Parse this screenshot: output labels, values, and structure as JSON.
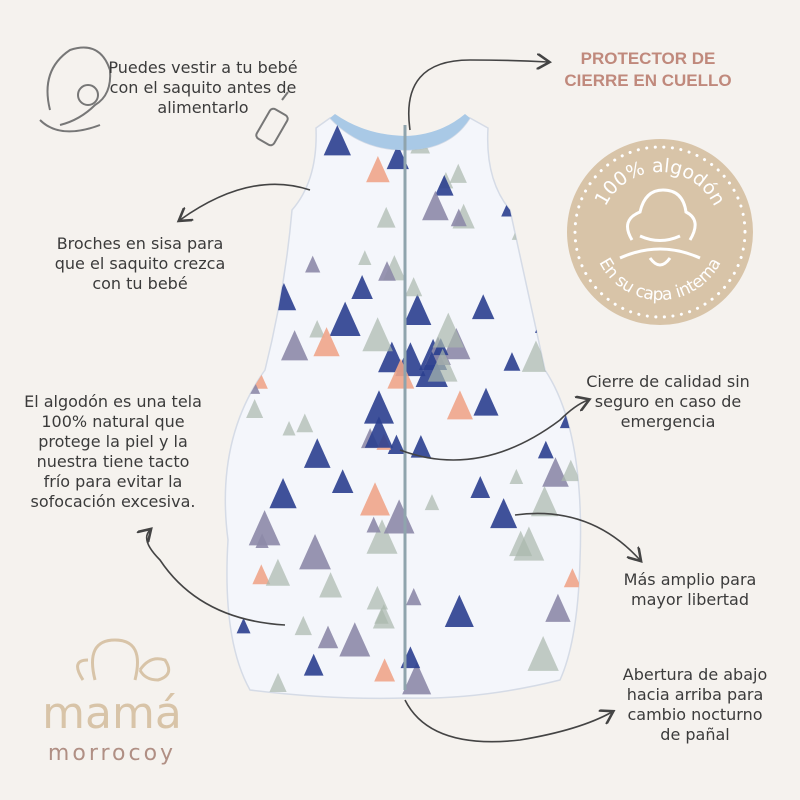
{
  "features": {
    "feed": "Puedes vestir a tu bebé\ncon el saquito antes de\nalimentarlo",
    "neck_protector": "PROTECTOR DE\nCIERRE EN CUELLO",
    "snaps": "Broches en sisa para\nque el saquito crezca\ncon tu bebé",
    "cotton": "El algodón es una tela\n100% natural que\nprotege la piel y la\nnuestra tiene tacto\nfrío para evitar la\nsofocación excesiva.",
    "zipper": "Cierre de calidad sin\nseguro en caso de\nemergencia",
    "wider": "Más amplio para\nmayor libertad",
    "opening": "Abertura de abajo\nhacia arriba para\ncambio nocturno\nde pañal"
  },
  "badge": {
    "top": "100% algodón",
    "bottom": "En su capa interna"
  },
  "logo": {
    "main": "mamá",
    "sub": "morrocoy"
  },
  "colors": {
    "background": "#f5f2ee",
    "accent": "#c0897c",
    "badge": "#d8c4a8",
    "navy": "#2b3f8f",
    "sage": "#a9b8ad"
  }
}
